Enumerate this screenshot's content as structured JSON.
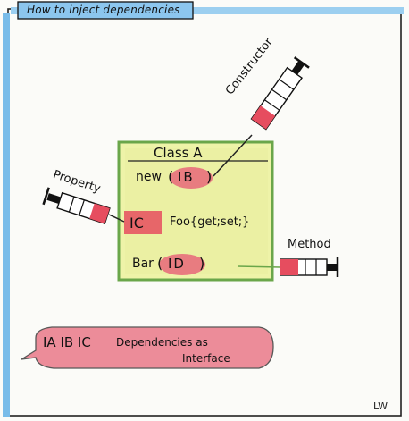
{
  "title": "How to inject dependencies",
  "class_box": {
    "heading": "Class A",
    "ctor_prefix": "new",
    "ctor_param": "IB",
    "property_type": "IC",
    "property_decl": "Foo{get;set;}",
    "method_prefix": "Bar",
    "method_param": "ID"
  },
  "labels": {
    "constructor": "Constructor",
    "property": "Property",
    "method": "Method"
  },
  "bubble": {
    "interfaces": "IA IB IC",
    "text_line1": "Dependencies as",
    "text_line2": "Interface"
  },
  "signature": "LW",
  "colors": {
    "frame_blue": "#4ea3e0",
    "class_fill": "#eef3a8",
    "class_border": "#6aa64a",
    "highlight_red": "#e64d5f",
    "bubble_red": "#e8677a"
  }
}
